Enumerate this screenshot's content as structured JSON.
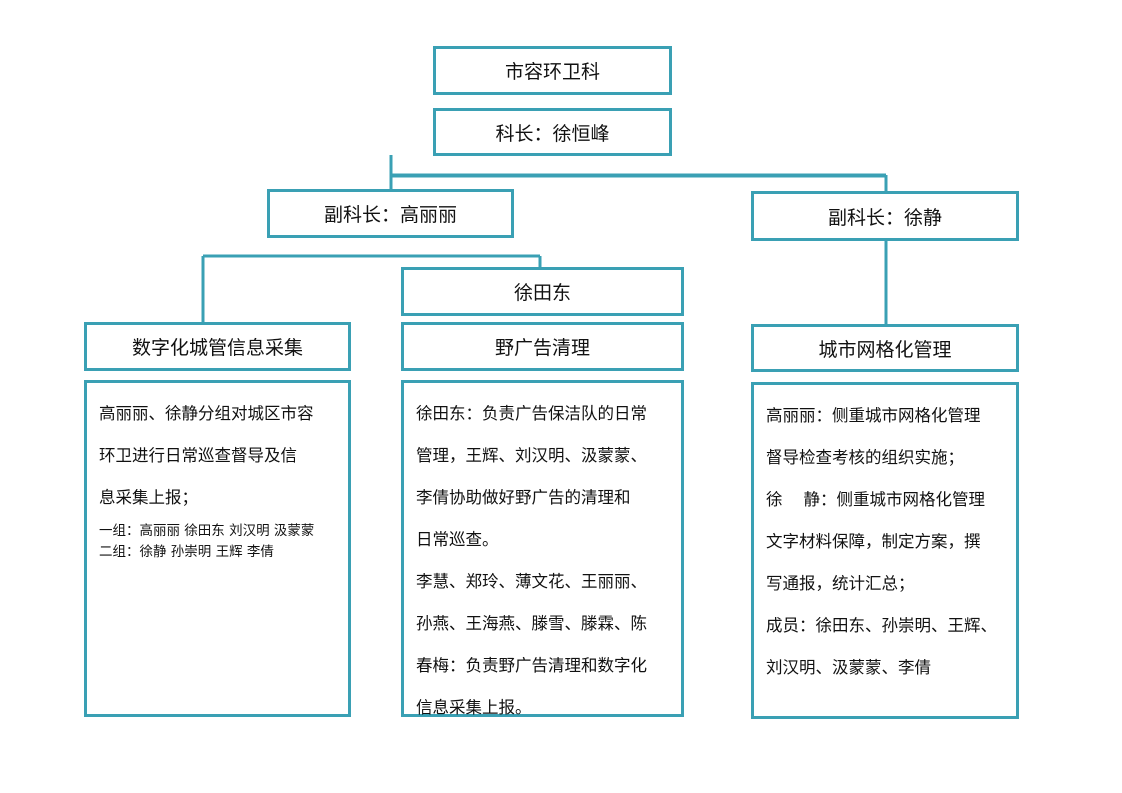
{
  "top": {
    "department": "市容环卫科",
    "chief": "科长：徐恒峰"
  },
  "deputies": {
    "left": "副科长：高丽丽",
    "right": "副科长：徐静"
  },
  "sub_leader": "徐田东",
  "sections": {
    "digital": {
      "title": "数字化城管信息采集",
      "lines": [
        "高丽丽、徐静分组对城区市容",
        "环卫进行日常巡查督导及信",
        "息采集上报；"
      ],
      "groups": [
        "一组：高丽丽  徐田东  刘汉明  汲蒙蒙",
        "二组：徐静  孙崇明  王辉  李倩"
      ]
    },
    "ads": {
      "title": "野广告清理",
      "lines": [
        "徐田东：负责广告保洁队的日常",
        "管理，王辉、刘汉明、汲蒙蒙、",
        "李倩协助做好野广告的清理和",
        "日常巡查。",
        "李慧、郑玲、薄文花、王丽丽、",
        "孙燕、王海燕、滕雪、滕霖、陈",
        "春梅：负责野广告清理和数字化",
        "信息采集上报。"
      ]
    },
    "grid": {
      "title": "城市网格化管理",
      "lines": [
        "高丽丽：侧重城市网格化管理",
        "督导检查考核的组织实施；",
        "徐    静：侧重城市网格化管理",
        "文字材料保障，制定方案，撰",
        "写通报，统计汇总；",
        "成员：徐田东、孙崇明、王辉、",
        "刘汉明、汲蒙蒙、李倩"
      ]
    }
  },
  "colors": {
    "border": "#3aa0b4",
    "text": "#111111"
  }
}
